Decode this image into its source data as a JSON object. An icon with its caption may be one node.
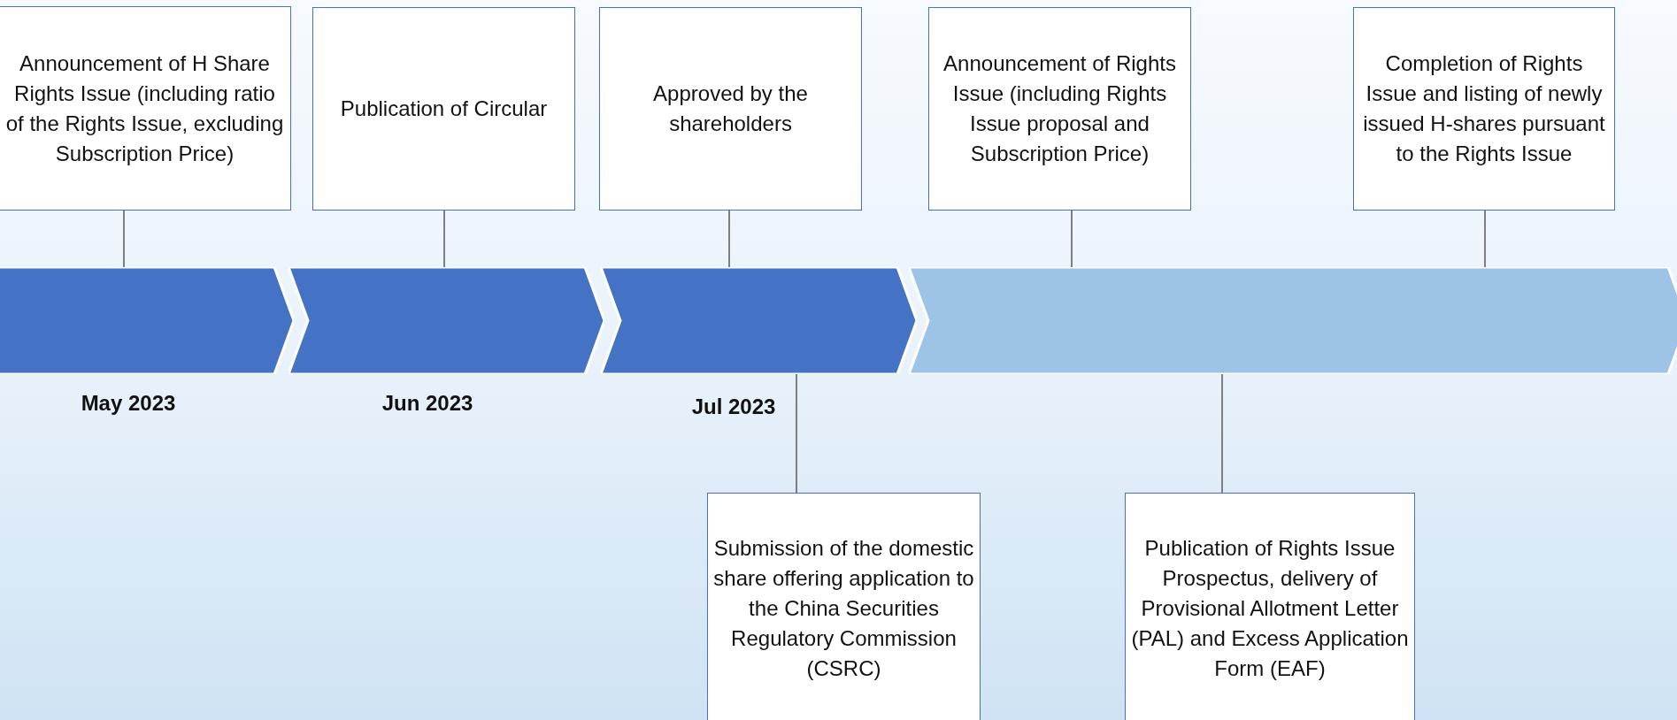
{
  "diagram": {
    "nodes": [
      {
        "text": [
          "Announcement of H Share Rights Issue (including ratio of the Rights Issue, excluding Subscription Price)"
        ]
      },
      {
        "text": [
          "Publication of Circular"
        ]
      },
      {
        "text": [
          "Approved by the shareholders"
        ]
      },
      {
        "text": [
          "Announcement of Rights Issue (including Rights Issue proposal and Subscription Price)"
        ]
      },
      {
        "text": [
          "Completion of Rights Issue and listing of newly issued H-shares pursuant to the Rights Issue"
        ]
      },
      {
        "text": [],
        "shape": "chevron",
        "beside": [
          "May 2023"
        ]
      },
      {
        "text": [],
        "shape": "chevron",
        "beside": [
          "Jun 2023"
        ]
      },
      {
        "text": [],
        "shape": "chevron",
        "beside": [
          "Jul 2023"
        ]
      },
      {
        "text": [],
        "shape": "chevron"
      },
      {
        "text": [
          "Submission of the domestic share offering application to the China Securities Regulatory Commission (CSRC)"
        ]
      },
      {
        "text": [
          "Publication of Rights Issue Prospectus, delivery of Provisional Allotment Letter (PAL) and Excess Application Form (EAF)"
        ]
      }
    ],
    "edges": [
      {
        "from": 0,
        "to": 5,
        "arrow": "none"
      },
      {
        "from": 1,
        "to": 6,
        "arrow": "none"
      },
      {
        "from": 2,
        "to": 7,
        "arrow": "none"
      },
      {
        "from": 3,
        "to": 8,
        "arrow": "none"
      },
      {
        "from": 4,
        "to": 8,
        "arrow": "none"
      },
      {
        "from": 9,
        "to": 7,
        "arrow": "none"
      },
      {
        "from": 10,
        "to": 8,
        "arrow": "none"
      }
    ]
  }
}
